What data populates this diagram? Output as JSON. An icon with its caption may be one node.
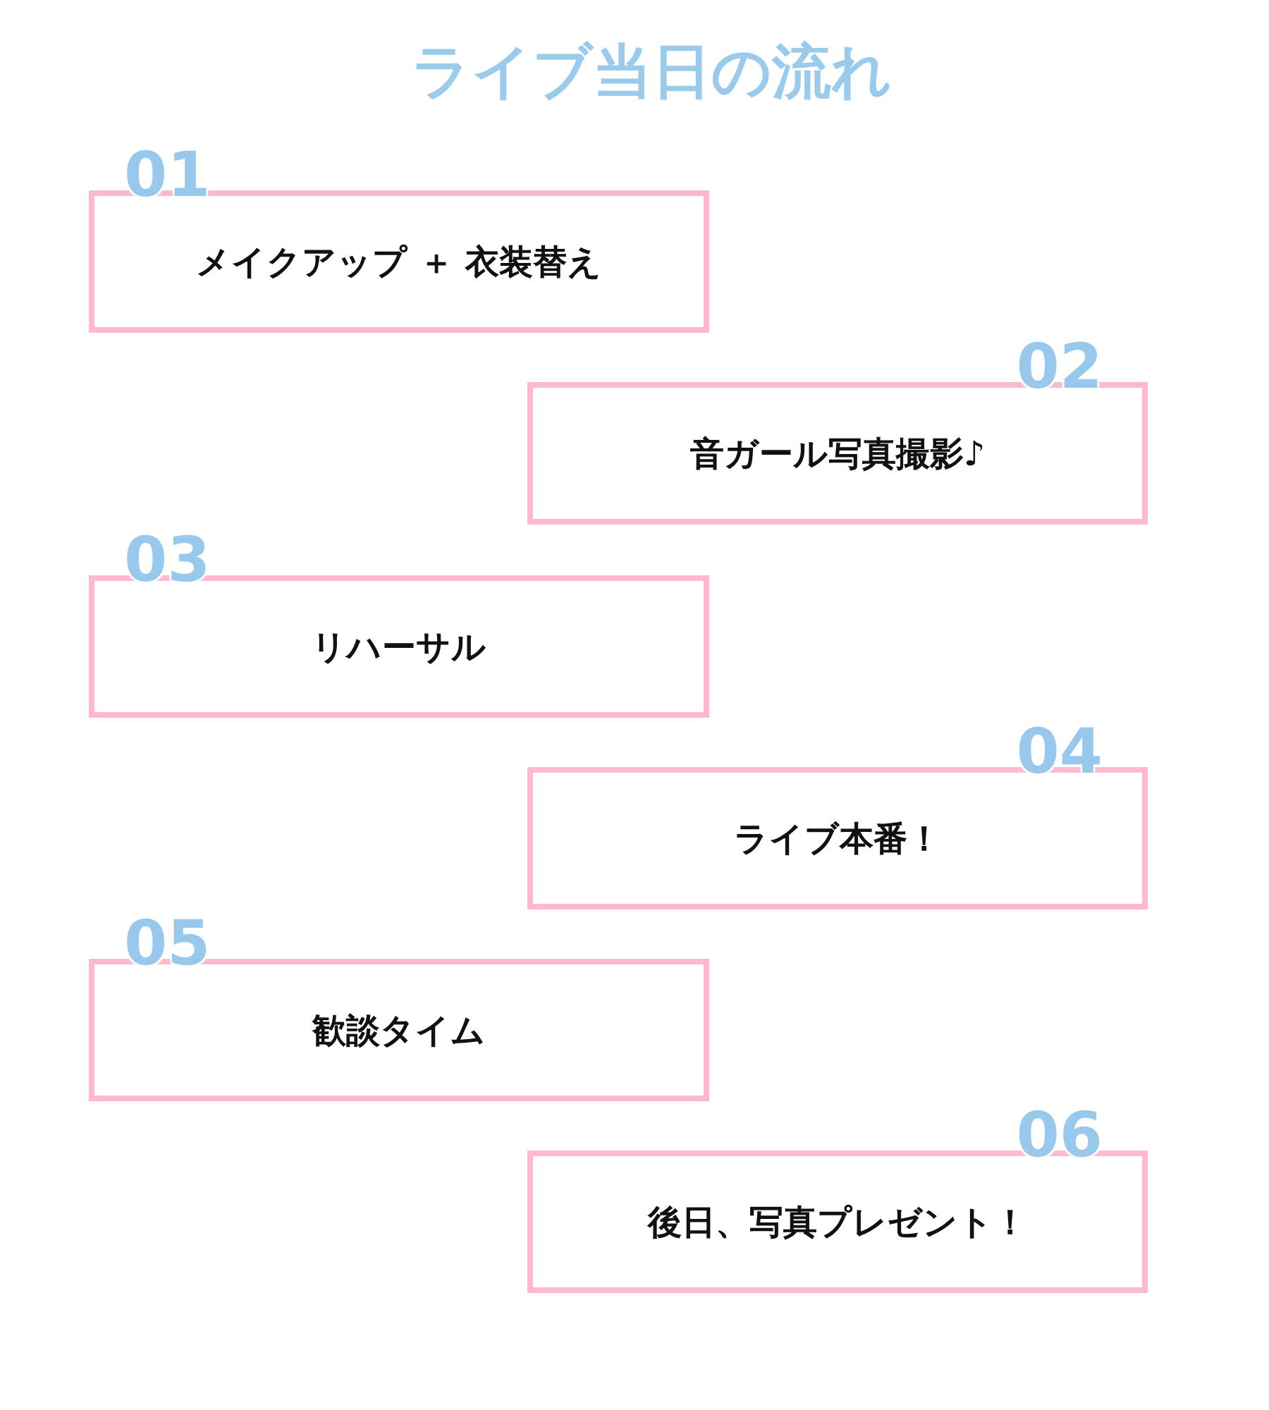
{
  "diagram": {
    "title": "ライブ当日の流れ",
    "nodes": [
      {
        "text": [
          "01",
          "メイクアップ ＋ 衣装替え"
        ]
      },
      {
        "text": [
          "02",
          "音ガール写真撮影♪"
        ]
      },
      {
        "text": [
          "03",
          "リハーサル"
        ]
      },
      {
        "text": [
          "04",
          "ライブ本番！"
        ]
      },
      {
        "text": [
          "05",
          "歓談タイム"
        ]
      },
      {
        "text": [
          "06",
          "後日、写真プレゼント！"
        ]
      }
    ]
  }
}
